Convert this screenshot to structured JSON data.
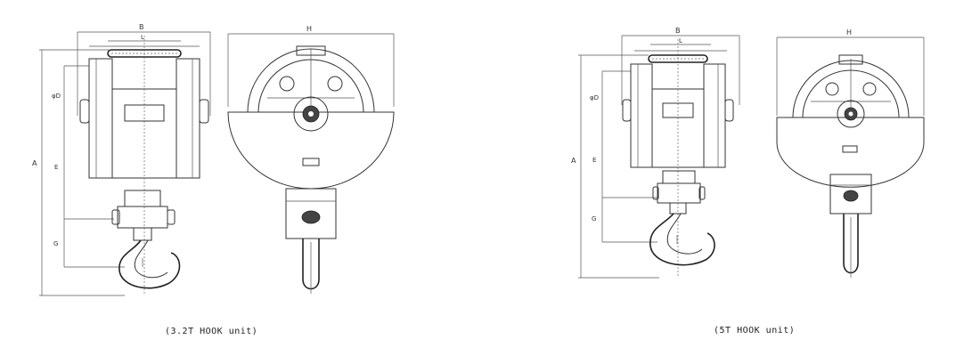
{
  "units": [
    {
      "caption": "(3.2T HOOK unit)",
      "side_labels": {
        "B": "B",
        "L": "L",
        "D": "φD",
        "A": "A",
        "E": "E",
        "G": "G"
      },
      "front_labels": {
        "H": "H"
      }
    },
    {
      "caption": "(5T HOOK unit)",
      "side_labels": {
        "B": "B",
        "L": "L",
        "D": "φD",
        "A": "A",
        "E": "E",
        "G": "G"
      },
      "front_labels": {
        "H": "H"
      }
    }
  ]
}
